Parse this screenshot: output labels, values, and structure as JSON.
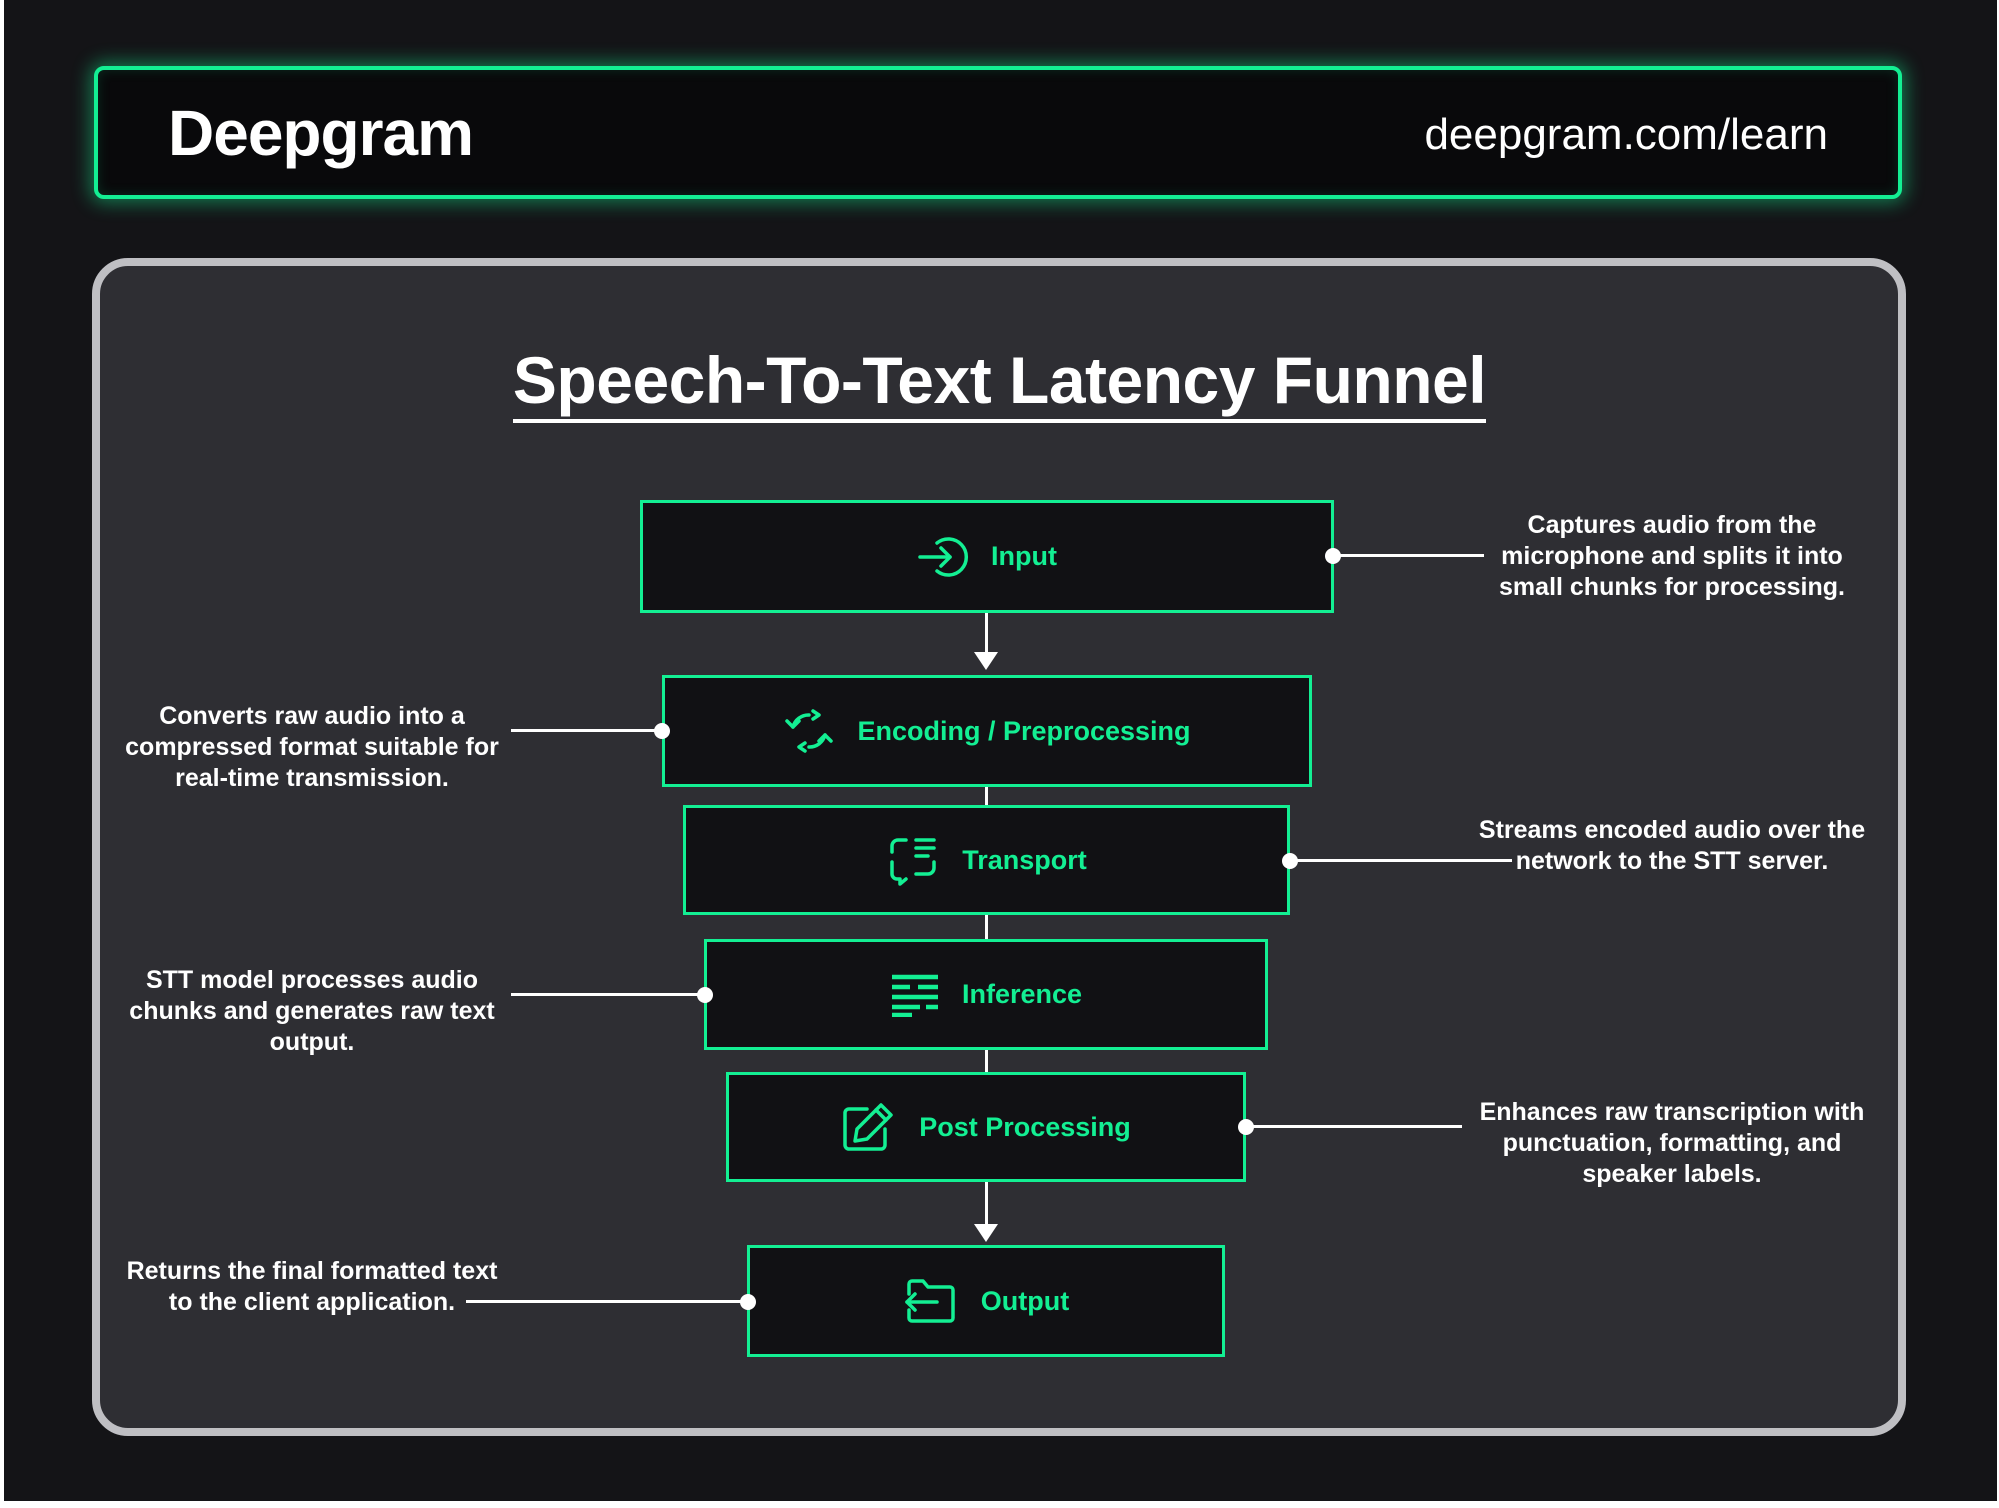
{
  "header": {
    "logo": "Deepgram",
    "url": "deepgram.com/learn"
  },
  "diagram": {
    "title": "Speech-To-Text Latency Funnel",
    "stages": [
      {
        "label": "Input",
        "icon": "arrow-into-circle-icon",
        "description": "Captures audio from the microphone and splits it into small chunks for processing."
      },
      {
        "label": "Encoding / Preprocessing",
        "icon": "refresh-arrows-icon",
        "description": "Converts raw audio into a compressed format suitable for real-time transmission."
      },
      {
        "label": "Transport",
        "icon": "chat-transfer-icon",
        "description": "Streams encoded audio over the network to the STT server."
      },
      {
        "label": "Inference",
        "icon": "text-lines-icon",
        "description": "STT model processes audio chunks and generates raw text output."
      },
      {
        "label": "Post Processing",
        "icon": "pencil-edit-icon",
        "description": "Enhances raw transcription with punctuation, formatting, and speaker labels."
      },
      {
        "label": "Output",
        "icon": "folder-export-icon",
        "description": "Returns the final formatted text to the client application."
      }
    ]
  },
  "colors": {
    "accent": "#13ef93",
    "background": "#141417",
    "panel": "#2e2e33",
    "box": "#111114",
    "text": "#ffffff"
  }
}
